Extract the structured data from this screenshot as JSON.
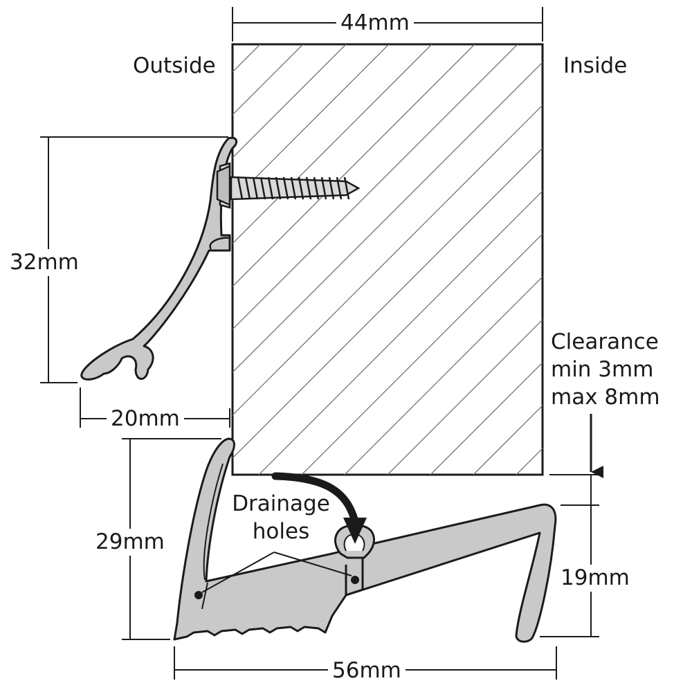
{
  "sides": {
    "outside": "Outside",
    "inside": "Inside"
  },
  "dimensions": {
    "door_thickness": "44mm",
    "weather_bar_height": "32mm",
    "weather_bar_projection": "20mm",
    "sill_height": "29mm",
    "upstand_height": "19mm",
    "sill_width": "56mm"
  },
  "clearance": {
    "line1": "Clearance",
    "line2": "min 3mm",
    "line3": "max 8mm"
  },
  "drainage": {
    "line1": "Drainage",
    "line2": "holes"
  },
  "colors": {
    "profile_fill": "#c9c9c9",
    "outline": "#1a1a1a",
    "door_hatch": "#6e6e6e"
  }
}
